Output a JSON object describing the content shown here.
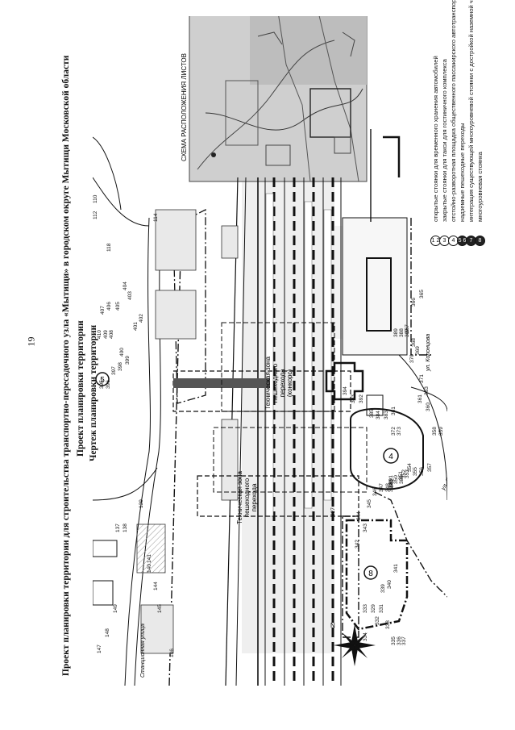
{
  "page": {
    "number": "19"
  },
  "title": {
    "line1": "Проект планировки территории для строительства транспортно-пересадочного узла «Мытищи» в городском округе Мытищи Московской области",
    "line2": "Проект планировки территории",
    "line3": "Чертеж планировки территории"
  },
  "inset": {
    "label": "СХЕМА РАСПОЛОЖЕНИЯ ЛИСТОВ"
  },
  "zones": {
    "upper": [
      "Техническая зона",
      "пешеходного",
      "перехода",
      "(конкорс)"
    ],
    "lower": [
      "Техническая зона",
      "пешеходного",
      "перехода"
    ]
  },
  "streets": {
    "stantsionnaya": "Станционная улица",
    "kolontsova": "ул. Колонцова",
    "kolontsova2": "ул. Колонцова"
  },
  "zone_numbers": [
    "5",
    "4",
    "8"
  ],
  "parcels": [
    "110",
    "118",
    "112",
    "114",
    "137",
    "138",
    "139",
    "140",
    "141",
    "144",
    "145",
    "146",
    "147",
    "148",
    "149",
    "327",
    "329",
    "331",
    "332",
    "333",
    "334",
    "335",
    "336",
    "337",
    "338",
    "339",
    "340",
    "341",
    "342",
    "343",
    "344",
    "345",
    "346",
    "347",
    "348",
    "349",
    "350",
    "351",
    "352",
    "353",
    "354",
    "355",
    "356",
    "357",
    "358",
    "359",
    "360",
    "361",
    "363",
    "365",
    "366",
    "367",
    "368",
    "369",
    "370",
    "371",
    "372",
    "373",
    "380",
    "381",
    "383",
    "384",
    "385",
    "386",
    "387",
    "388",
    "389",
    "390",
    "391",
    "392",
    "393",
    "394",
    "395",
    "396",
    "397",
    "398",
    "399",
    "400",
    "401",
    "402",
    "403",
    "404",
    "405",
    "406",
    "407",
    "408",
    "409",
    "410"
  ],
  "legend": {
    "items": [
      {
        "symbol": "1 2",
        "filled": false,
        "text": "открытые стоянки для временного хранения автомобилей"
      },
      {
        "symbol": "3",
        "filled": false,
        "text": "закрытые стоянки для такси для гостиничного комплекса"
      },
      {
        "symbol": "4",
        "filled": false,
        "text": "отстойно-разворотная площадка общественного пассажирского автотранспорта"
      },
      {
        "symbol": "5 6",
        "filled": true,
        "text": "надземные пешеходные переходы"
      },
      {
        "symbol": "7",
        "filled": true,
        "text": "интеграция существующей многоуровневой стоянки с достройкой наземной части"
      },
      {
        "symbol": "8",
        "filled": true,
        "text": "многоуровневая стоянка"
      }
    ]
  },
  "compass": {
    "north": "N"
  }
}
